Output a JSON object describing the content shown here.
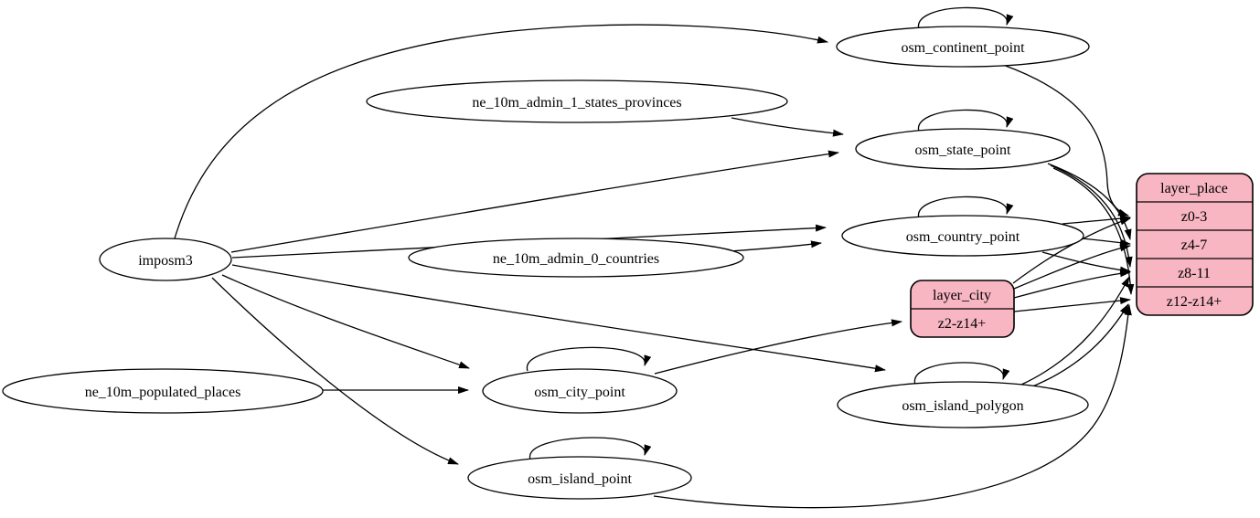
{
  "diagram": {
    "type": "graphviz-etl-dependency-graph",
    "colors": {
      "background": "#ffffff",
      "node_fill": "#ffffff",
      "record_fill": "#f8b5c2",
      "stroke": "#000000"
    },
    "nodes": {
      "imposm3": {
        "label": "imposm3"
      },
      "ne_10m_admin_1_states_provinces": {
        "label": "ne_10m_admin_1_states_provinces"
      },
      "ne_10m_admin_0_countries": {
        "label": "ne_10m_admin_0_countries"
      },
      "ne_10m_populated_places": {
        "label": "ne_10m_populated_places"
      },
      "osm_continent_point": {
        "label": "osm_continent_point"
      },
      "osm_state_point": {
        "label": "osm_state_point"
      },
      "osm_country_point": {
        "label": "osm_country_point"
      },
      "osm_city_point": {
        "label": "osm_city_point"
      },
      "osm_island_polygon": {
        "label": "osm_island_polygon"
      },
      "osm_island_point": {
        "label": "osm_island_point"
      }
    },
    "records": {
      "layer_place": {
        "title": "layer_place",
        "rows": [
          "z0-3",
          "z4-7",
          "z8-11",
          "z12-z14+"
        ]
      },
      "layer_city": {
        "title": "layer_city",
        "rows": [
          "z2-z14+"
        ]
      }
    },
    "edges": [
      {
        "from": "imposm3",
        "to": "osm_continent_point"
      },
      {
        "from": "imposm3",
        "to": "osm_state_point"
      },
      {
        "from": "imposm3",
        "to": "osm_country_point"
      },
      {
        "from": "imposm3",
        "to": "osm_city_point"
      },
      {
        "from": "imposm3",
        "to": "osm_island_polygon"
      },
      {
        "from": "imposm3",
        "to": "osm_island_point"
      },
      {
        "from": "ne_10m_admin_1_states_provinces",
        "to": "osm_state_point"
      },
      {
        "from": "ne_10m_admin_0_countries",
        "to": "osm_country_point"
      },
      {
        "from": "ne_10m_populated_places",
        "to": "osm_city_point"
      },
      {
        "from": "osm_continent_point",
        "to": "osm_continent_point"
      },
      {
        "from": "osm_state_point",
        "to": "osm_state_point"
      },
      {
        "from": "osm_country_point",
        "to": "osm_country_point"
      },
      {
        "from": "osm_city_point",
        "to": "osm_city_point"
      },
      {
        "from": "osm_island_polygon",
        "to": "osm_island_polygon"
      },
      {
        "from": "osm_island_point",
        "to": "osm_island_point"
      },
      {
        "from": "osm_city_point",
        "to": "layer_city:z2-z14+"
      },
      {
        "from": "osm_continent_point",
        "to": "layer_place:z0-3"
      },
      {
        "from": "osm_country_point",
        "to": "layer_place:z0-3"
      },
      {
        "from": "osm_country_point",
        "to": "layer_place:z4-7"
      },
      {
        "from": "osm_country_point",
        "to": "layer_place:z8-11"
      },
      {
        "from": "osm_state_point",
        "to": "layer_place:z4-7"
      },
      {
        "from": "osm_state_point",
        "to": "layer_place:z8-11"
      },
      {
        "from": "osm_state_point",
        "to": "layer_place:z12-z14+"
      },
      {
        "from": "osm_island_polygon",
        "to": "layer_place:z8-11"
      },
      {
        "from": "osm_island_polygon",
        "to": "layer_place:z12-z14+"
      },
      {
        "from": "osm_island_point",
        "to": "layer_place:z12-z14+"
      },
      {
        "from": "layer_city",
        "to": "layer_place:z0-3"
      },
      {
        "from": "layer_city",
        "to": "layer_place:z4-7"
      },
      {
        "from": "layer_city",
        "to": "layer_place:z8-11"
      },
      {
        "from": "layer_city",
        "to": "layer_place:z12-z14+"
      }
    ]
  }
}
